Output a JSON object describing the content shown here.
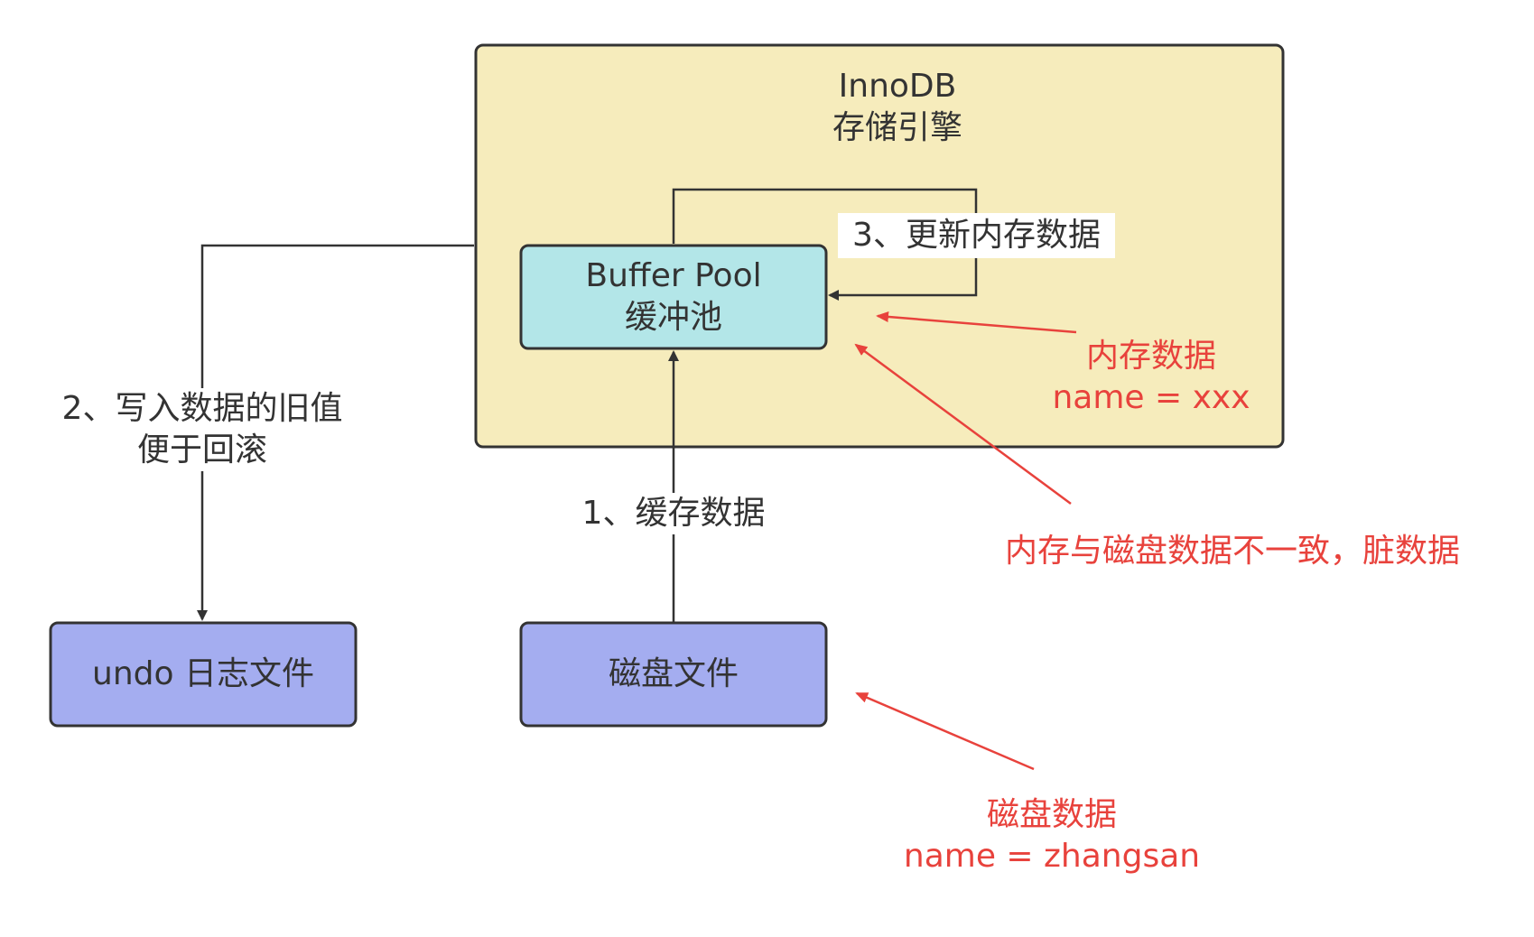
{
  "colors": {
    "innodb_fill": "#f6ecbc",
    "bufferpool_fill": "#b3e6e8",
    "file_fill": "#a4adf0",
    "stroke": "#333333",
    "annotation": "#e8423c"
  },
  "innodb": {
    "title": "InnoDB",
    "subtitle": "存储引擎"
  },
  "buffer_pool": {
    "title": "Buffer Pool",
    "subtitle": "缓冲池"
  },
  "undo_log": {
    "label": "undo 日志文件"
  },
  "disk_file": {
    "label": "磁盘文件"
  },
  "edges": {
    "step1": "1、缓存数据",
    "step2_line1": "2、写入数据的旧值",
    "step2_line2": "便于回滚",
    "step3": "3、更新内存数据"
  },
  "annotations": {
    "memory_title": "内存数据",
    "memory_value": "name = xxx",
    "dirty": "内存与磁盘数据不一致，脏数据",
    "disk_title": "磁盘数据",
    "disk_value": "name = zhangsan"
  }
}
